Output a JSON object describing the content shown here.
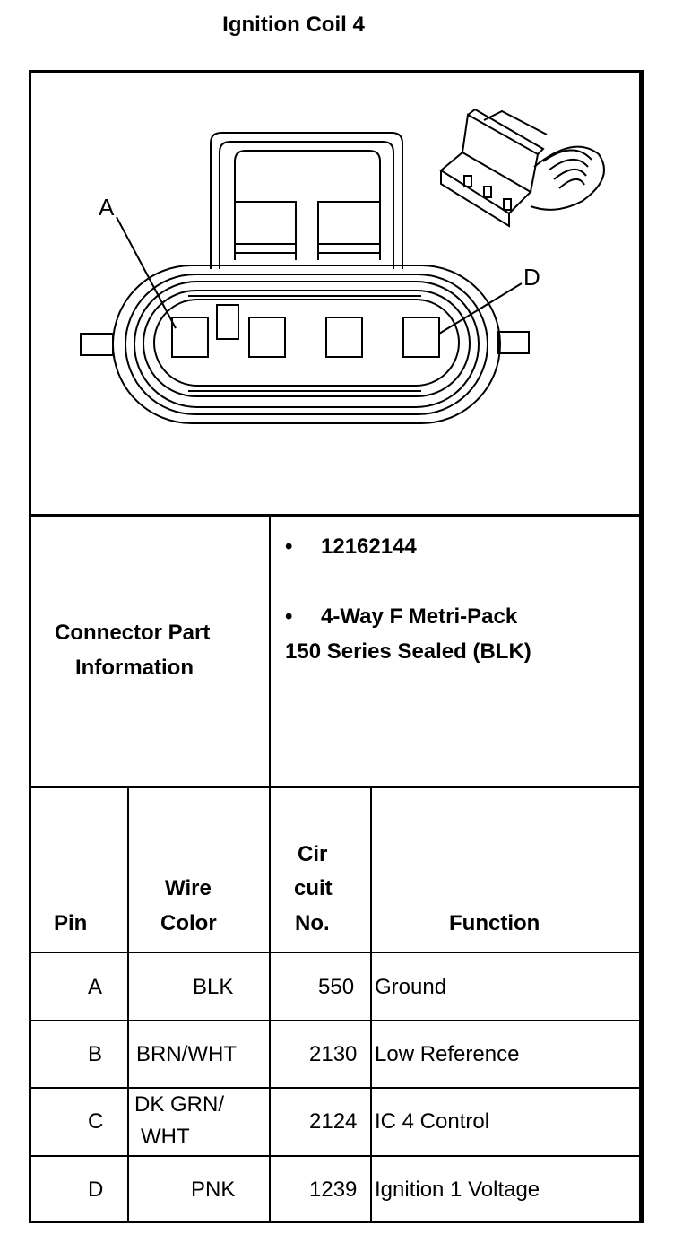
{
  "title": "Ignition Coil 4",
  "diagram": {
    "label_a": "A",
    "label_d": "D"
  },
  "connector_info": {
    "heading_line1": "Connector Part",
    "heading_line2": "Information",
    "bullet": "•",
    "part_number": "12162144",
    "description_line1": "4-Way F Metri-Pack",
    "description_line2": "150 Series Sealed (BLK)"
  },
  "table": {
    "headers": {
      "pin": "Pin",
      "wire_color_line1": "Wire",
      "wire_color_line2": "Color",
      "circuit_line1": "Cir",
      "circuit_line2": "cuit",
      "circuit_line3": "No.",
      "function": "Function"
    },
    "rows": [
      {
        "pin": "A",
        "color_line1": "BLK",
        "color_line2": "",
        "circuit": "550",
        "function": "Ground"
      },
      {
        "pin": "B",
        "color_line1": "BRN/WHT",
        "color_line2": "",
        "circuit": "2130",
        "function": "Low Reference"
      },
      {
        "pin": "C",
        "color_line1": "DK GRN/",
        "color_line2": "WHT",
        "circuit": "2124",
        "function": "IC 4 Control"
      },
      {
        "pin": "D",
        "color_line1": "PNK",
        "color_line2": "",
        "circuit": "1239",
        "function": "Ignition 1 Voltage"
      }
    ]
  }
}
